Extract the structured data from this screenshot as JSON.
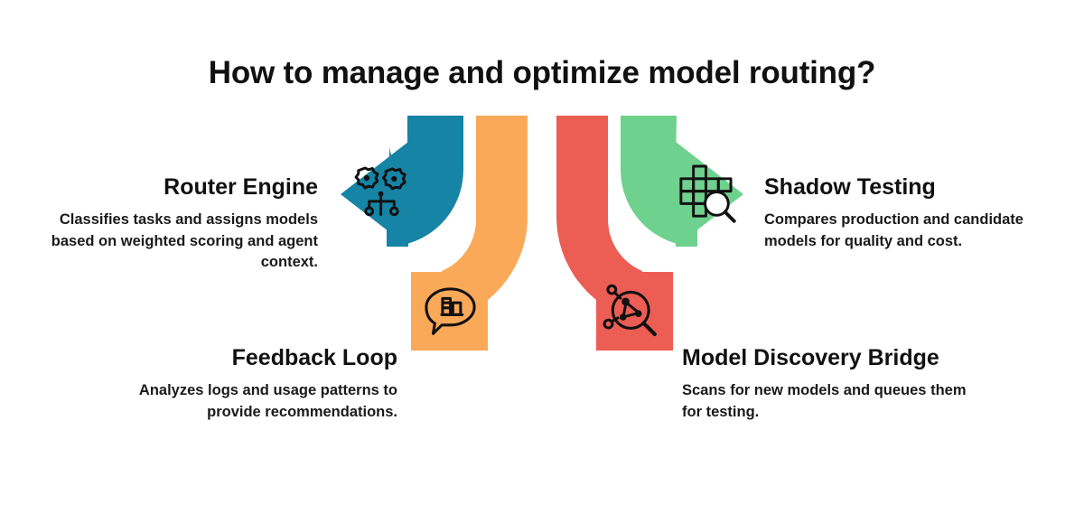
{
  "title": "How to manage and optimize model routing?",
  "colors": {
    "teal": "#1584A5",
    "orange": "#FAA959",
    "red": "#EC5D53",
    "green": "#6ED18E",
    "text": "#111111",
    "background": "#FFFFFF"
  },
  "blocks": {
    "router": {
      "heading": "Router Engine",
      "description": "Classifies tasks and assigns models based on weighted scoring and agent context.",
      "icon": "gears-circuit-icon",
      "color": "#1584A5"
    },
    "shadow": {
      "heading": "Shadow Testing",
      "description": "Compares production and candidate models for quality and cost.",
      "icon": "grid-magnifier-icon",
      "color": "#6ED18E"
    },
    "feedback": {
      "heading": "Feedback Loop",
      "description": "Analyzes logs and usage patterns to provide recommendations.",
      "icon": "chat-bar-chart-icon",
      "color": "#FAA959"
    },
    "discovery": {
      "heading": "Model Discovery Bridge",
      "description": "Scans for new models and queues them for testing.",
      "icon": "network-magnifier-icon",
      "color": "#EC5D53"
    }
  },
  "arrows": [
    {
      "name": "teal-arrow-left",
      "color": "#1584A5",
      "direction": "left"
    },
    {
      "name": "orange-arrow-down",
      "color": "#FAA959",
      "direction": "down"
    },
    {
      "name": "red-arrow-down",
      "color": "#EC5D53",
      "direction": "down"
    },
    {
      "name": "green-arrow-right",
      "color": "#6ED18E",
      "direction": "right"
    }
  ]
}
